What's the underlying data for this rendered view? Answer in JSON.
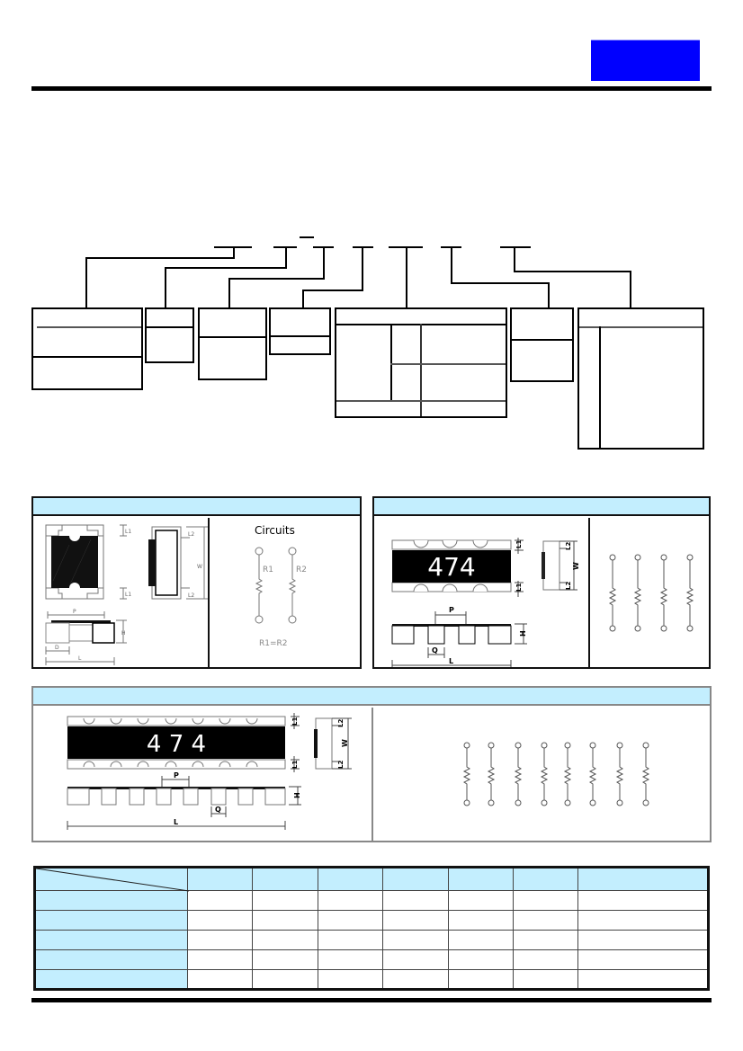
{
  "header": {
    "badge_color": "#0000ff",
    "badge_text": ""
  },
  "part_number_diagram": {
    "segments": 7,
    "callout_boxes": [
      {
        "id": "box-1",
        "rows": 3
      },
      {
        "id": "box-2",
        "rows": 2
      },
      {
        "id": "box-3",
        "rows": 2
      },
      {
        "id": "box-4",
        "rows": 2
      },
      {
        "id": "box-5",
        "rows": "grid"
      },
      {
        "id": "box-6",
        "rows": 2
      },
      {
        "id": "box-7",
        "rows": "list"
      }
    ]
  },
  "panels": {
    "panel_2r": {
      "title": "",
      "dimension_labels": {
        "L1": "L1",
        "L2": "L2",
        "W": "W",
        "P": "P",
        "H": "H",
        "D": "D",
        "L": "L"
      },
      "circuits_title": "Circuits",
      "resistor_labels": [
        "R1",
        "R2"
      ],
      "equation": "R1=R2"
    },
    "panel_4r": {
      "title": "",
      "marking": "474",
      "dimension_labels": {
        "L1": "L1",
        "L2": "L2",
        "W": "W",
        "P": "P",
        "Q": "Q",
        "H": "H",
        "L": "L"
      },
      "resistor_count": 4
    },
    "panel_8r": {
      "title": "",
      "marking": "4 7 4",
      "dimension_labels": {
        "L1": "L1",
        "L2": "L2",
        "W": "W",
        "P": "P",
        "Q": "Q",
        "H": "H",
        "L": "L"
      },
      "resistor_count": 8
    }
  },
  "spec_table": {
    "header_color": "#c3eefe",
    "columns": [
      "",
      "",
      "",
      "",
      "",
      "",
      "",
      ""
    ],
    "rows": [
      [
        "",
        "",
        "",
        "",
        "",
        "",
        "",
        ""
      ],
      [
        "",
        "",
        "",
        "",
        "",
        "",
        "",
        ""
      ],
      [
        "",
        "",
        "",
        "",
        "",
        "",
        "",
        ""
      ],
      [
        "",
        "",
        "",
        "",
        "",
        "",
        "",
        ""
      ],
      [
        "",
        "",
        "",
        "",
        "",
        "",
        "",
        ""
      ]
    ]
  },
  "colors": {
    "panel_header": "#c3eefe",
    "badge": "#0000ff",
    "rules": "#000000"
  }
}
